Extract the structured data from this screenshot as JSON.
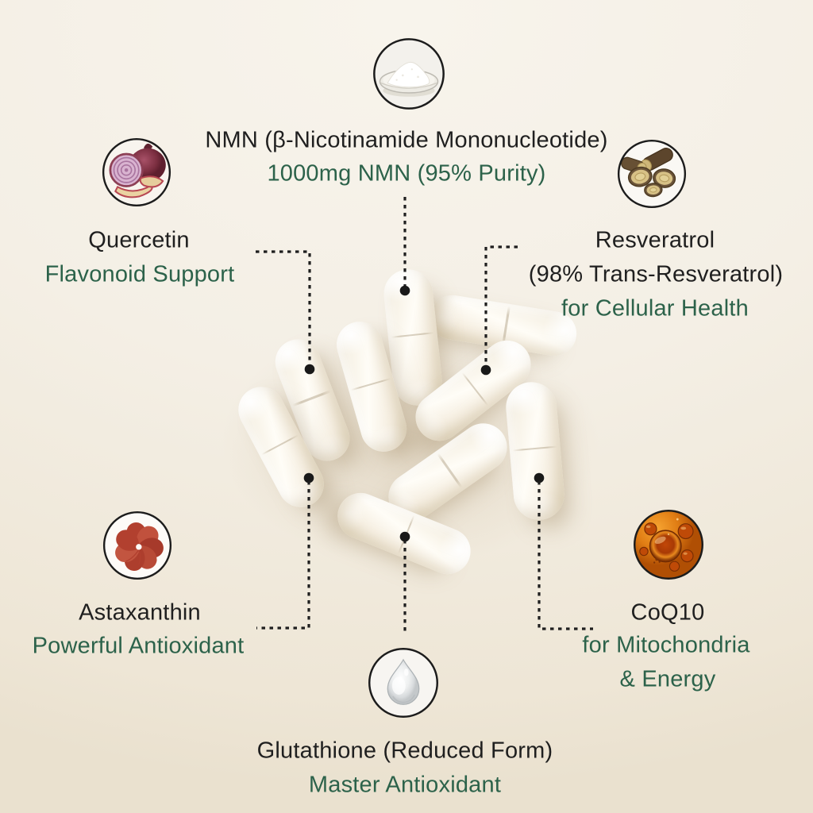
{
  "background": "#f3eee4",
  "colors": {
    "title_text": "#1f1f1f",
    "accent_green": "#2c624a",
    "leader_line": "#1e1e1e",
    "capsule_white": "#fdfaf2",
    "coq10_orange": "#d96d0c"
  },
  "capsule_count": 9,
  "callouts": {
    "nmn": {
      "title": "NMN (β-Nicotinamide Mononucleotide)",
      "subtitle": "1000mg NMN (95% Purity)",
      "icon": "powder-dish-icon"
    },
    "quercetin": {
      "title": "Quercetin",
      "subtitle": "Flavonoid Support",
      "icon": "red-onion-icon"
    },
    "resveratrol": {
      "title": "Resveratrol",
      "spec": "(98% Trans-Resveratrol)",
      "subtitle": "for Cellular Health",
      "icon": "knotweed-root-icon"
    },
    "astaxanthin": {
      "title": "Astaxanthin",
      "subtitle": "Powerful Antioxidant",
      "icon": "red-algae-icon"
    },
    "coq10": {
      "title": "CoQ10",
      "subtitle_line1": "for Mitochondria",
      "subtitle_line2": "& Energy",
      "icon": "oil-droplets-icon"
    },
    "glutathione": {
      "title": "Glutathione (Reduced Form)",
      "subtitle": "Master Antioxidant",
      "icon": "water-drop-icon"
    }
  }
}
